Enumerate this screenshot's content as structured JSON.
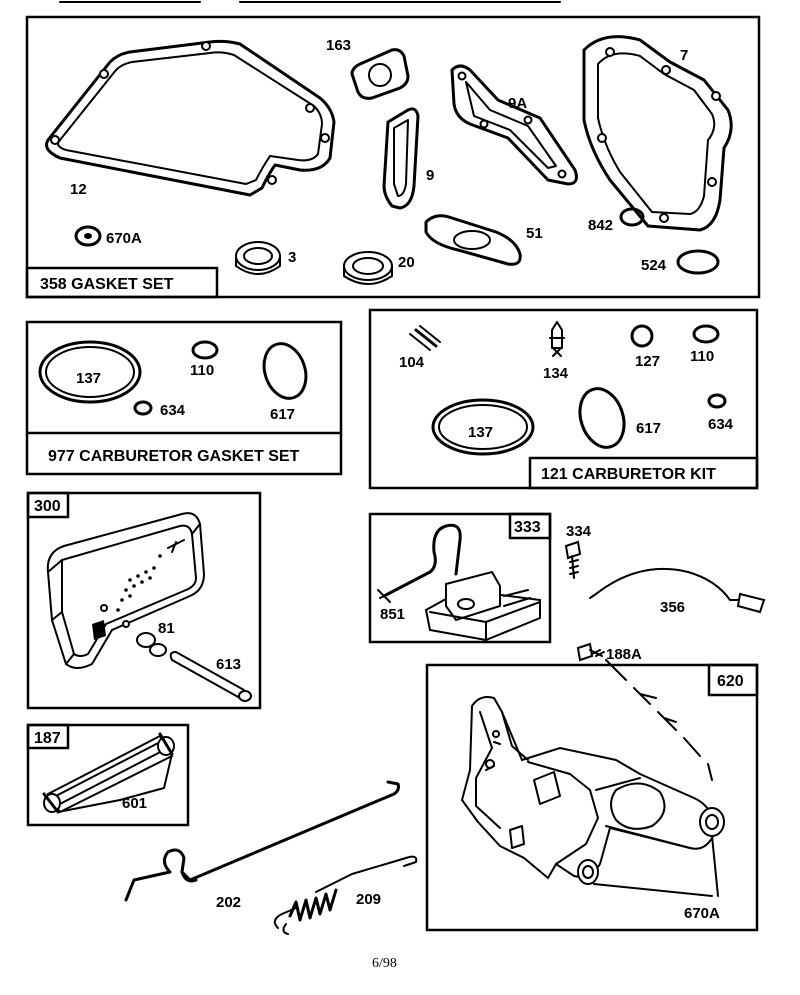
{
  "sections": {
    "gasket_set": {
      "title": "358 GASKET SET"
    },
    "carb_gasket_set": {
      "title": "977 CARBURETOR GASKET SET"
    },
    "carb_kit": {
      "title": "121 CARBURETOR KIT"
    },
    "muffler": {
      "tag": "300"
    },
    "ignition": {
      "tag": "333"
    },
    "fuel_line": {
      "tag": "187"
    },
    "control_bracket": {
      "tag": "620"
    }
  },
  "part_labels": {
    "p163": "163",
    "p7": "7",
    "p9a": "9A",
    "p9": "9",
    "p12": "12",
    "p670a_top": "670A",
    "p3": "3",
    "p20": "20",
    "p51": "51",
    "p842": "842",
    "p524": "524",
    "p137a": "137",
    "p110a": "110",
    "p634a": "634",
    "p617a": "617",
    "p104": "104",
    "p134": "134",
    "p127": "127",
    "p110b": "110",
    "p137b": "137",
    "p617b": "617",
    "p634b": "634",
    "p81": "81",
    "p613": "613",
    "p851": "851",
    "p334": "334",
    "p356": "356",
    "p188a": "188A",
    "p601": "601",
    "p202": "202",
    "p209": "209",
    "p670a_bottom": "670A"
  },
  "footer": {
    "page_code": "6/98"
  }
}
